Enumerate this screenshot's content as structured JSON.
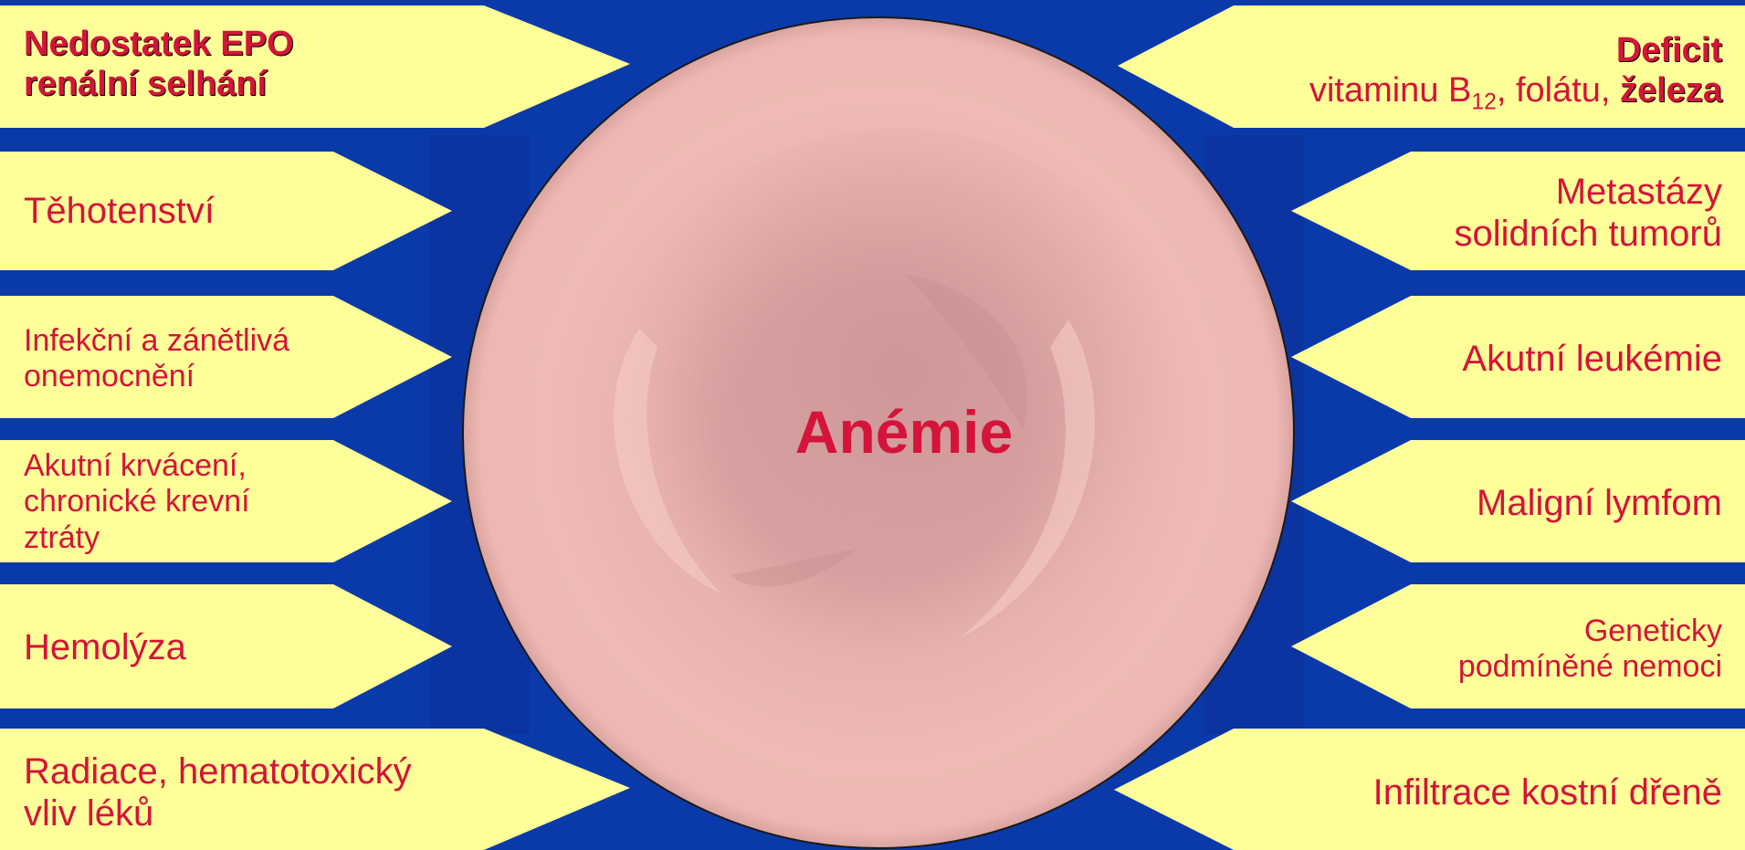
{
  "center": {
    "title": "Anémie"
  },
  "colors": {
    "background": "#0a3aaa",
    "arrow_fill": "#ffff99",
    "text": "#d4143a",
    "cell": "#f0bcb8"
  },
  "left_causes": [
    {
      "lines": [
        "Nedostatek EPO",
        "renální selhání"
      ]
    },
    {
      "lines": [
        "Těhotenství"
      ]
    },
    {
      "lines": [
        "Infekční a zánětlivá",
        "onemocnění"
      ]
    },
    {
      "lines": [
        "Akutní krvácení,",
        "chronické krevní",
        "ztráty"
      ]
    },
    {
      "lines": [
        "Hemolýza"
      ]
    },
    {
      "lines": [
        "Radiace, hematotoxický",
        "vliv léků"
      ]
    }
  ],
  "right_causes": {
    "deficit": {
      "title": "Deficit",
      "prefix": "vitaminu B",
      "subscript": "12",
      "middle": ", folátu, ",
      "bold_tail": "železa"
    },
    "items": [
      {
        "lines": [
          "Metastázy",
          "solidních tumorů"
        ]
      },
      {
        "lines": [
          "Akutní leukémie"
        ]
      },
      {
        "lines": [
          "Maligní lymfom"
        ]
      },
      {
        "lines": [
          "Geneticky",
          "podmíněné nemoci"
        ]
      },
      {
        "lines": [
          "Infiltrace kostní dřeně"
        ]
      }
    ]
  }
}
